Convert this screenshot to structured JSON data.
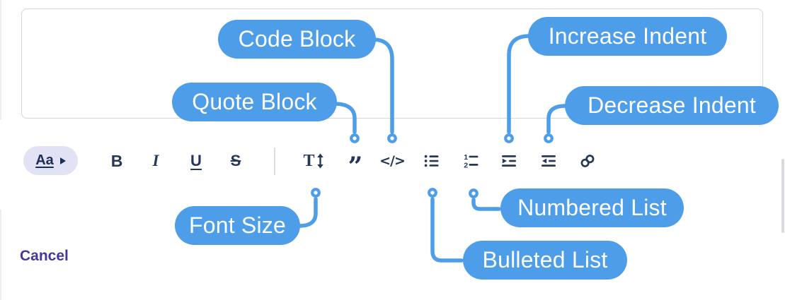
{
  "editor": {
    "toolbar": {
      "font_style_label": "Aa",
      "bold_label": "B",
      "italic_label": "I",
      "underline_label": "U",
      "strikethrough_label": "S",
      "font_size_letter": "T",
      "quote_glyph": "”",
      "code_label": "</>",
      "numbered_digit_1": "1",
      "numbered_digit_2": "2"
    }
  },
  "callouts": {
    "code_block": "Code Block",
    "quote_block": "Quote Block",
    "increase_indent": "Increase Indent",
    "decrease_indent": "Decrease Indent",
    "font_size": "Font Size",
    "numbered_list": "Numbered List",
    "bulleted_list": "Bulleted List"
  },
  "footer": {
    "cancel_label": "Cancel"
  },
  "colors": {
    "callout_blue": "#4d9de9",
    "icon_navy": "#253858",
    "cancel_purple": "#42389d",
    "editor_border": "#d2d6dd"
  }
}
